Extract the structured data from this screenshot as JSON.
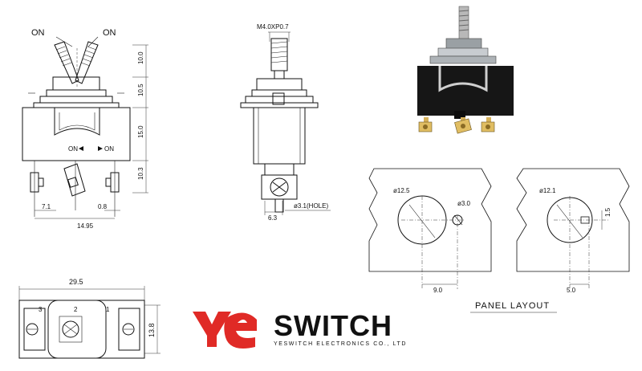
{
  "front_view": {
    "on_left": "ON",
    "on_right": "ON",
    "dims_right": [
      "10.0",
      "10.5",
      "15.0",
      "10.3"
    ],
    "dims_bottom": [
      "7.1",
      "0.8",
      "14.95"
    ],
    "body_marks": [
      "ON",
      "ON"
    ]
  },
  "side_view": {
    "thread": "M4.0XP0.7",
    "width": "6.3",
    "hole": "ø3.1(HOLE)"
  },
  "bottom_view": {
    "width": "29.5",
    "height": "13.8",
    "terminals": [
      "3",
      "2",
      "1"
    ]
  },
  "panel_layout": {
    "title": "PANEL LAYOUT",
    "left": {
      "main_dia": "ø12.5",
      "small_dia": "ø3.0",
      "offset": "9.0"
    },
    "right": {
      "main_dia": "ø12.1",
      "key": "1.5",
      "offset": "5.0"
    }
  },
  "brand": {
    "logo_letters": "Ye",
    "name": "SWITCH",
    "company": "YESWITCH ELECTRONICS CO., LTD",
    "colors": {
      "logo_red": "#e02a26",
      "ink": "#111111"
    }
  },
  "photo": {
    "description_icon": "toggle-switch-photo"
  }
}
